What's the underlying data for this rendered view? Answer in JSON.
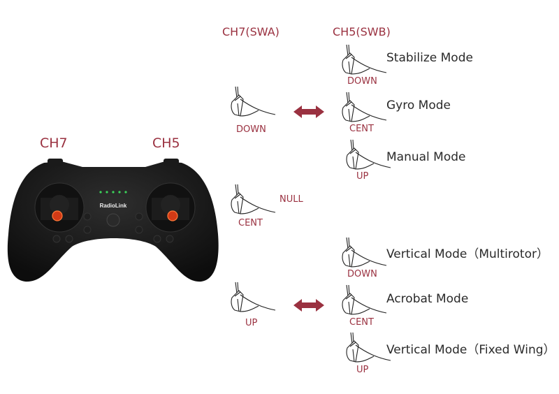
{
  "headers": {
    "swa": "CH7(SWA)",
    "swb": "CH5(SWB)"
  },
  "controller": {
    "ch_left": "CH7",
    "ch_right": "CH5",
    "brand": "RadioLink"
  },
  "swa_positions": [
    {
      "label": "DOWN"
    },
    {
      "label": "CENT",
      "result": "NULL"
    },
    {
      "label": "UP"
    }
  ],
  "swb_groups": [
    {
      "modes": [
        {
          "pos": "DOWN",
          "mode": "Stabilize Mode"
        },
        {
          "pos": "CENT",
          "mode": "Gyro Mode"
        },
        {
          "pos": "UP",
          "mode": "Manual Mode"
        }
      ]
    },
    {
      "modes": [
        {
          "pos": "DOWN",
          "mode": "Vertical Mode（Multirotor）"
        },
        {
          "pos": "CENT",
          "mode": "Acrobat Mode"
        },
        {
          "pos": "UP",
          "mode": "Vertical Mode（Fixed Wing）"
        }
      ]
    }
  ],
  "colors": {
    "accent": "#9a3140",
    "text": "#2a2a2a"
  }
}
